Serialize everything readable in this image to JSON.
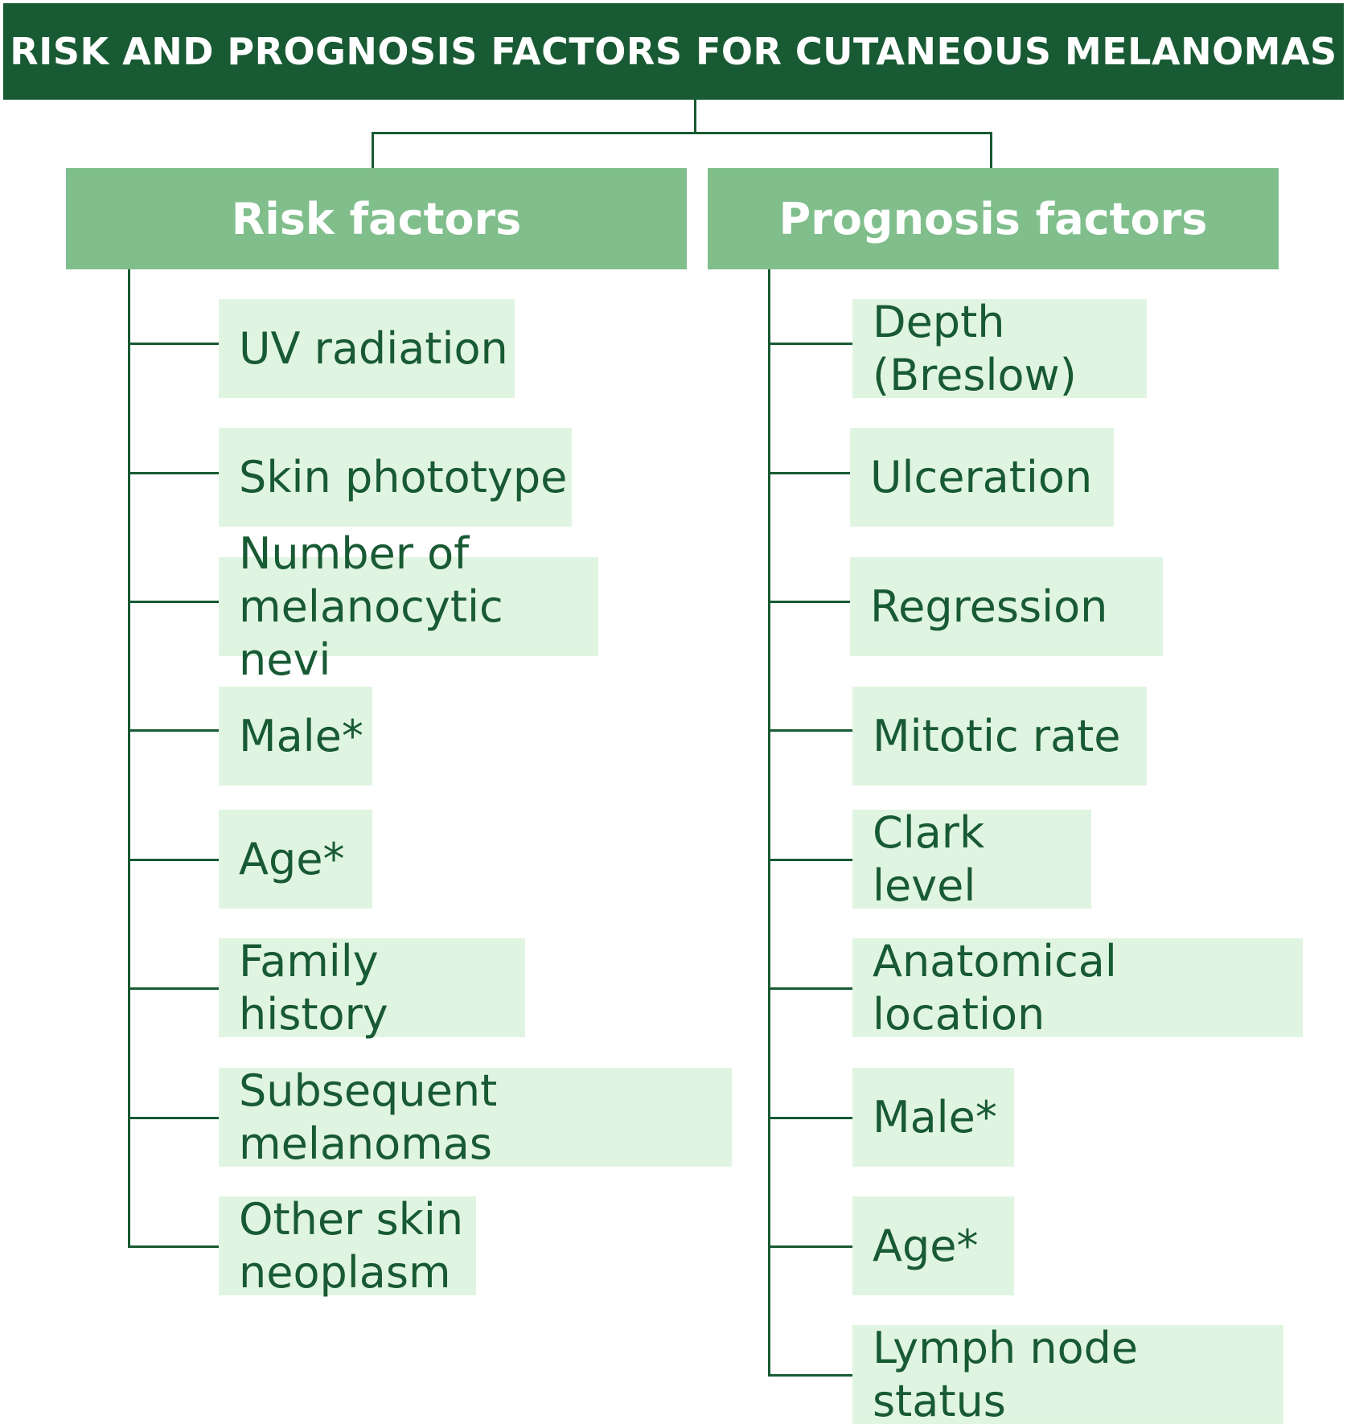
{
  "title": "RISK AND PROGNOSIS FACTORS FOR CUTANEOUS MELANOMAS",
  "risk": {
    "header": "Risk factors",
    "items": [
      "UV radiation",
      "Skin phototype",
      "Number of melanocytic nevi",
      "Male*",
      "Age*",
      "Family history",
      "Subsequent melanomas",
      "Other skin neoplasm"
    ]
  },
  "prognosis": {
    "header": "Prognosis factors",
    "items": [
      "Depth (Breslow)",
      "Ulceration",
      "Regression",
      "Mitotic rate",
      "Clark level",
      "Anatomical location",
      "Male*",
      "Age*",
      "Lymph node status"
    ]
  },
  "colors": {
    "title_bg": "#185a33",
    "header_bg": "#80be8c",
    "item_bg": "#e0f5e1",
    "text_dark": "#185a33"
  }
}
